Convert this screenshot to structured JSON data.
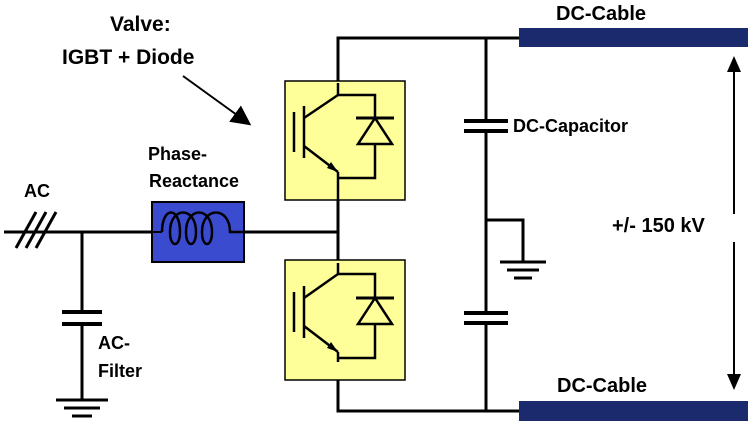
{
  "labels": {
    "valve_line1": "Valve:",
    "valve_line2": "IGBT + Diode",
    "dc_cable_top": "DC-Cable",
    "dc_cable_bottom": "DC-Cable",
    "dc_capacitor": "DC-Capacitor",
    "voltage": "+/- 150 kV",
    "phase_reactance_line1": "Phase-",
    "phase_reactance_line2": "Reactance",
    "ac": "AC",
    "ac_filter_line1": "AC-",
    "ac_filter_line2": "Filter"
  },
  "colors": {
    "cable": "#1a2a6c",
    "valve_fill": "#ffff99",
    "inductor_fill": "#3b4bd0",
    "wire": "#000000"
  }
}
